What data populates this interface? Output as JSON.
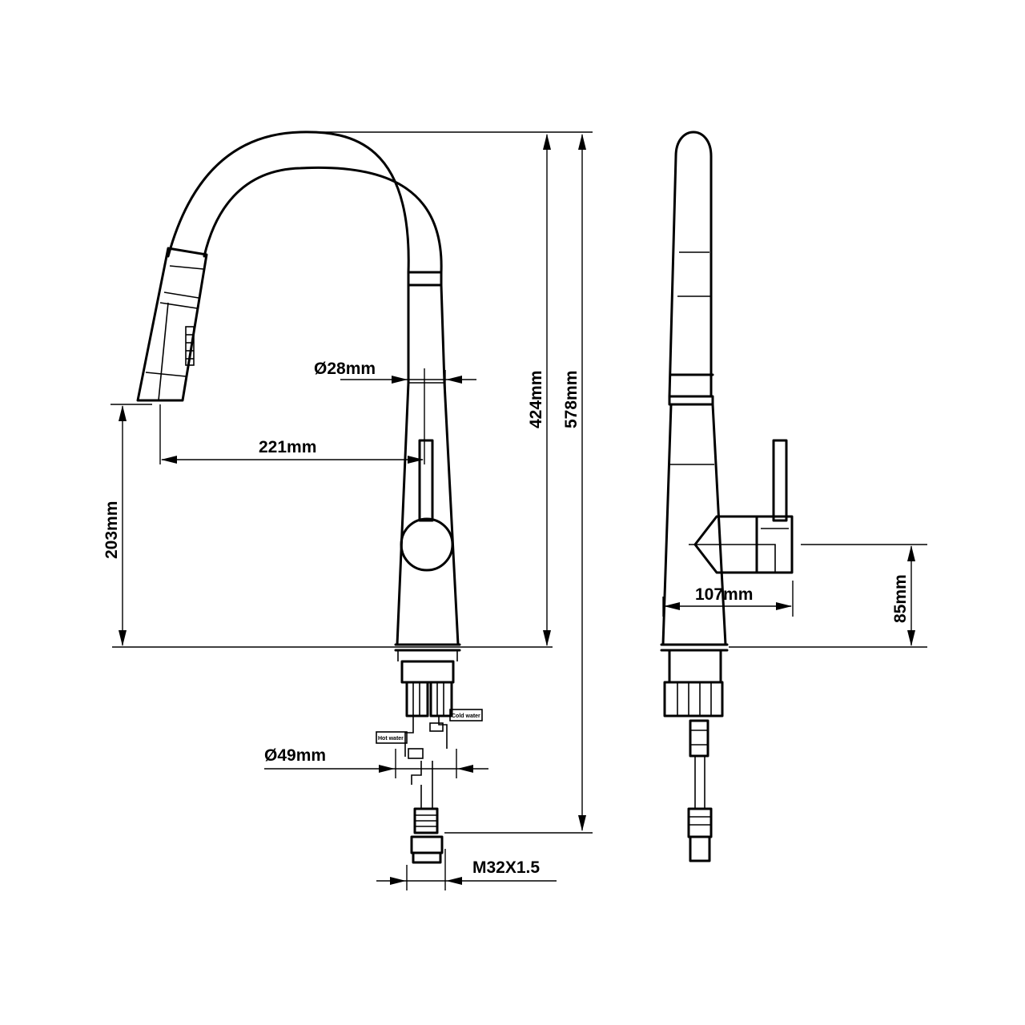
{
  "dimensions": {
    "spout_diameter": "Ø28mm",
    "reach": "221mm",
    "spout_height": "203mm",
    "height_to_spout_top": "424mm",
    "total_height": "578mm",
    "base_diameter": "Ø49mm",
    "thread": "M32X1.5",
    "handle_reach": "107mm",
    "handle_height": "85mm"
  },
  "hose_labels": {
    "hot_water": "Hot water",
    "cold_water": "Cold water"
  }
}
